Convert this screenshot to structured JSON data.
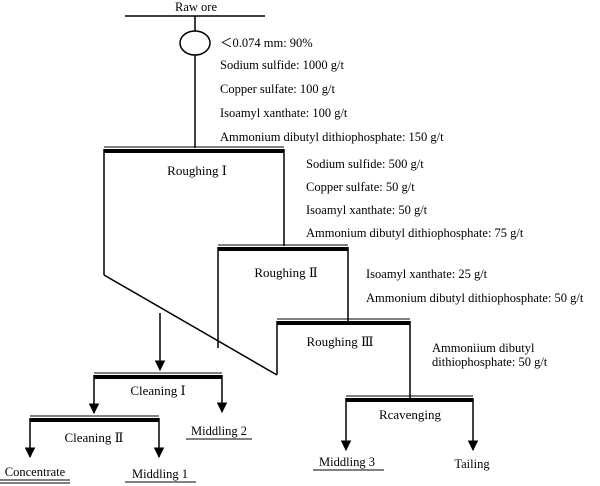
{
  "feed": {
    "label": "Raw ore"
  },
  "grinding": {
    "label": "＜0.074 mm: 90%"
  },
  "reagents_1": [
    "Sodium sulfide: 1000 g/t",
    "Copper sulfate: 100 g/t",
    "Isoamyl xanthate: 100 g/t",
    "Ammonium dibutyl dithiophosphate: 150 g/t"
  ],
  "reagents_2": [
    "Sodium sulfide: 500 g/t",
    "Copper sulfate: 50 g/t",
    "Isoamyl xanthate: 50 g/t",
    "Ammonium dibutyl dithiophosphate: 75 g/t"
  ],
  "reagents_3": [
    "Isoamyl xanthate: 25 g/t",
    "Ammonium dibutyl dithiophosphate: 50 g/t"
  ],
  "reagents_4": [
    "Ammoniium dibutyl",
    "dithiophosphate: 50 g/t"
  ],
  "stages": {
    "roughing_1": "Roughing Ⅰ",
    "roughing_2": "Roughing Ⅱ",
    "roughing_3": "Roughing Ⅲ",
    "cleaning_1": "Cleaning Ⅰ",
    "cleaning_2": "Cleaning Ⅱ",
    "scavenging": "Rcavenging"
  },
  "products": {
    "concentrate": "Concentrate",
    "middling_1": "Middling 1",
    "middling_2": "Middling 2",
    "middling_3": "Middling 3",
    "tailing": "Tailing"
  }
}
